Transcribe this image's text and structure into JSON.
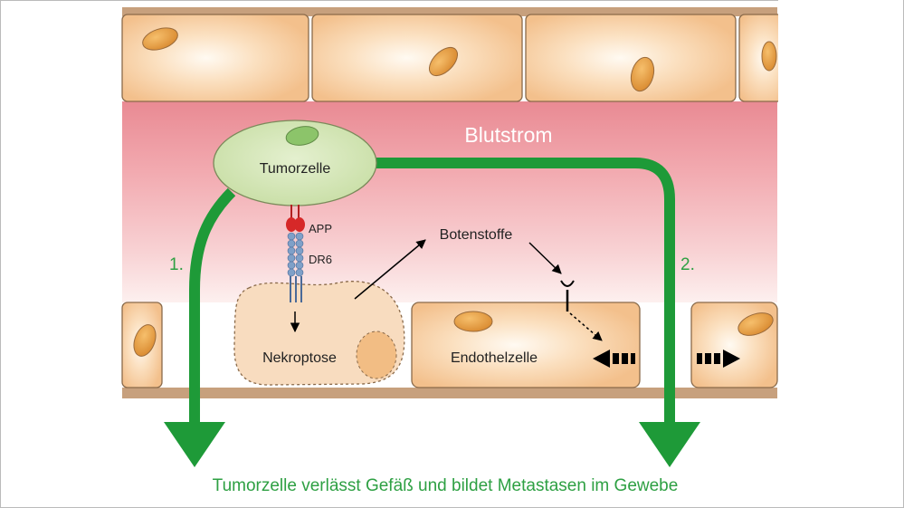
{
  "labels": {
    "bloodstream": "Blutstrom",
    "tumor_cell": "Tumorzelle",
    "app": "APP",
    "dr6": "DR6",
    "messengers": "Botenstoffe",
    "necroptosis": "Nekroptose",
    "endothelial_cell": "Endothelzelle",
    "path_1": "1.",
    "path_2": "2.",
    "caption": "Tumorzelle verlässt Gefäß und bildet Metastasen im Gewebe"
  },
  "colors": {
    "cell_fill": "#f6c99a",
    "cell_stroke": "#8a6a4a",
    "nucleus": "#e8a04a",
    "blood_stream": "#ee9aa3",
    "tumor_cell": "#d4e6b5",
    "tumor_nucleus": "#8cc46a",
    "path_arrow": "#1e9a38",
    "path_text": "#2ea043",
    "app_receptor": "#d62828",
    "dr6_receptor": "#7fa0c8"
  }
}
